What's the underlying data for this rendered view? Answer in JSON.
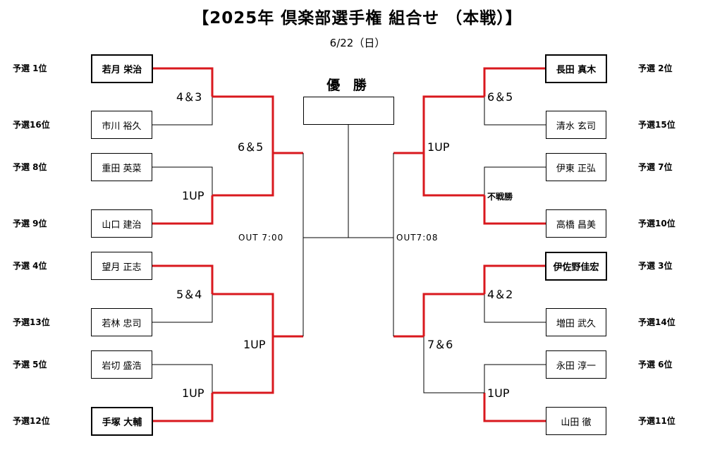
{
  "title": "【2025年 倶楽部選手権 組合せ （本戦）】",
  "date": "6/22（日）",
  "colors": {
    "winner_line": "#d9181e",
    "line": "#000000"
  },
  "champion_label": "優 勝",
  "champion_value": "",
  "left": {
    "players": [
      {
        "seed": "予選 1位",
        "name": "若月 栄治",
        "highlight": true
      },
      {
        "seed": "予選16位",
        "name": "市川 裕久",
        "highlight": false
      },
      {
        "seed": "予選 8位",
        "name": "重田 英菜",
        "highlight": false
      },
      {
        "seed": "予選 9位",
        "name": "山口 建治",
        "highlight": false
      },
      {
        "seed": "予選 4位",
        "name": "望月 正志",
        "highlight": false
      },
      {
        "seed": "予選13位",
        "name": "若林 忠司",
        "highlight": false
      },
      {
        "seed": "予選 5位",
        "name": "岩切 盛浩",
        "highlight": false
      },
      {
        "seed": "予選12位",
        "name": "手塚 大輔",
        "highlight": true
      }
    ],
    "r1_scores": [
      "4＆3",
      "1UP",
      "5＆4",
      "1UP"
    ],
    "r2_scores": [
      "6＆5",
      "1UP"
    ],
    "final_time": "OUT 7:00"
  },
  "right": {
    "players": [
      {
        "seed": "予選 2位",
        "name": "長田 真木",
        "highlight": true
      },
      {
        "seed": "予選15位",
        "name": "清水 玄司",
        "highlight": false
      },
      {
        "seed": "予選 7位",
        "name": "伊東 正弘",
        "highlight": false
      },
      {
        "seed": "予選10位",
        "name": "高橋 昌美",
        "highlight": false
      },
      {
        "seed": "予選 3位",
        "name": "伊佐野佳宏",
        "highlight": true
      },
      {
        "seed": "予選14位",
        "name": "増田 武久",
        "highlight": false
      },
      {
        "seed": "予選 6位",
        "name": "永田 淳一",
        "highlight": false
      },
      {
        "seed": "予選11位",
        "name": "山田 徹",
        "highlight": false
      }
    ],
    "r1_scores": [
      "6＆5",
      "不戦勝",
      "4＆2",
      "1UP"
    ],
    "r2_scores": [
      "1UP",
      "7＆6"
    ],
    "final_time": "OUT7:08"
  }
}
